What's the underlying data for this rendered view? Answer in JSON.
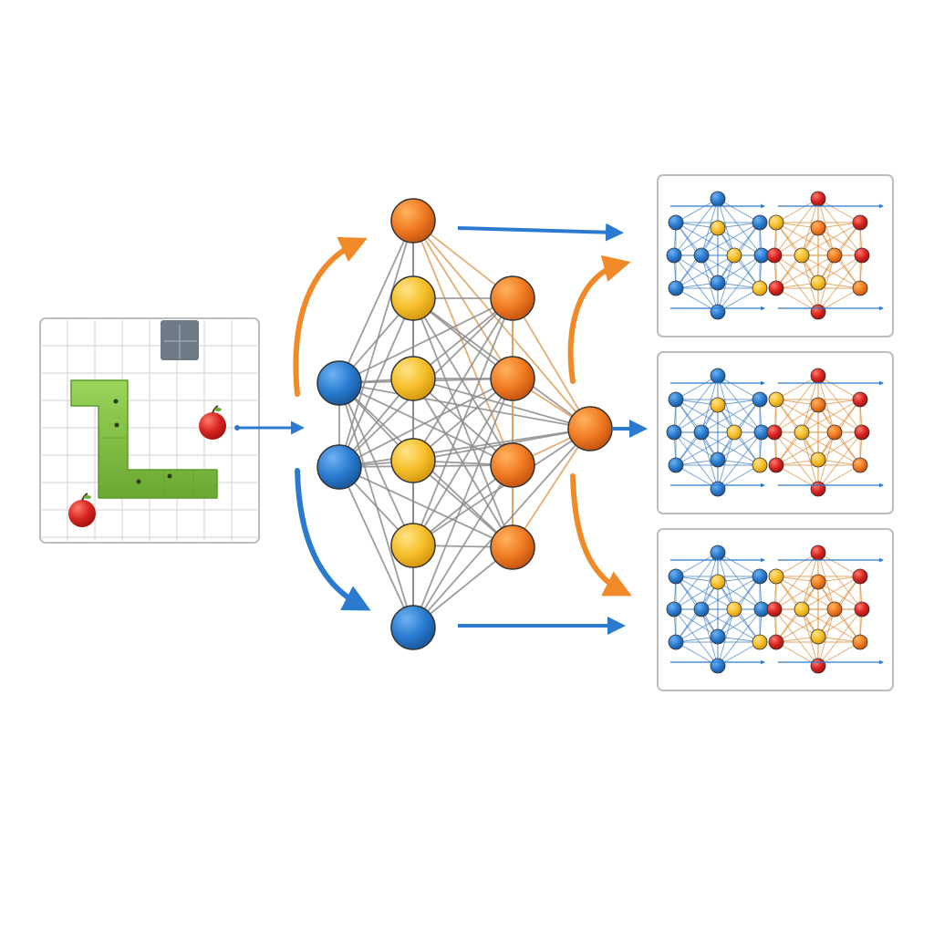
{
  "colors": {
    "background": "#ffffff",
    "node_orange": "#f07a22",
    "node_yellow": "#f6bf2a",
    "node_blue": "#2a7bd0",
    "snake_green": "#7fc241",
    "apple_red": "#d8231f",
    "edge_gray": "#8c8c8c",
    "arrow_orange": "#f08a28",
    "arrow_blue": "#2a7bd0",
    "block_gray": "#6d7b87"
  },
  "icons": {
    "game": "snake-game-board",
    "food": "apple-icon",
    "network": "neural-network-graph",
    "outputs": "network-thumbnail"
  }
}
